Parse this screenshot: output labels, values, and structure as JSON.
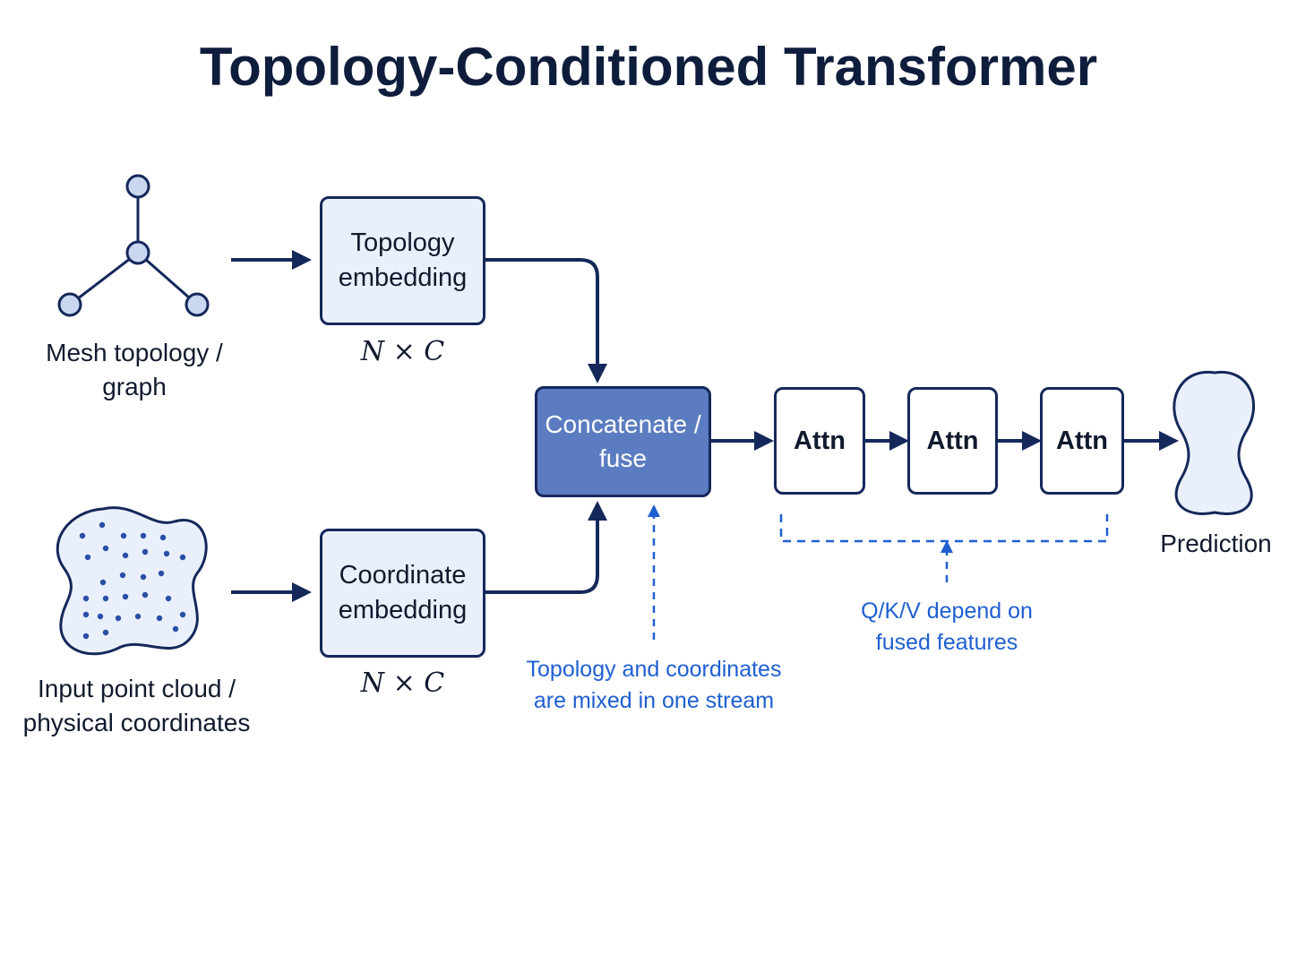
{
  "title": "Topology-Conditioned Transformer",
  "inputs": {
    "mesh_caption": "Mesh topology / graph",
    "mesh_caption_line1": "Mesh topology /",
    "mesh_caption_line2": "graph",
    "cloud_caption_line1": "Input point cloud /",
    "cloud_caption_line2": "physical coordinates"
  },
  "embeddings": {
    "topology_line1": "Topology",
    "topology_line2": "embedding",
    "coordinate_line1": "Coordinate",
    "coordinate_line2": "embedding",
    "shape_label": "N × C"
  },
  "fuse": {
    "line1": "Concatenate /",
    "line2": "fuse"
  },
  "attention": {
    "blocks": [
      "Attn",
      "Attn",
      "Attn"
    ]
  },
  "output": {
    "label": "Prediction"
  },
  "notes": {
    "mix_line1": "Topology and coordinates",
    "mix_line2": "are mixed in one stream",
    "qkv_line1": "Q/K/V depend on",
    "qkv_line2": "fused features"
  },
  "colors": {
    "navy": "#15285a",
    "light_fill": "#eaf0fb",
    "fuse_fill": "#5b7cc0",
    "note_blue": "#1f5fd1",
    "node_fill": "#c9d7f0"
  }
}
